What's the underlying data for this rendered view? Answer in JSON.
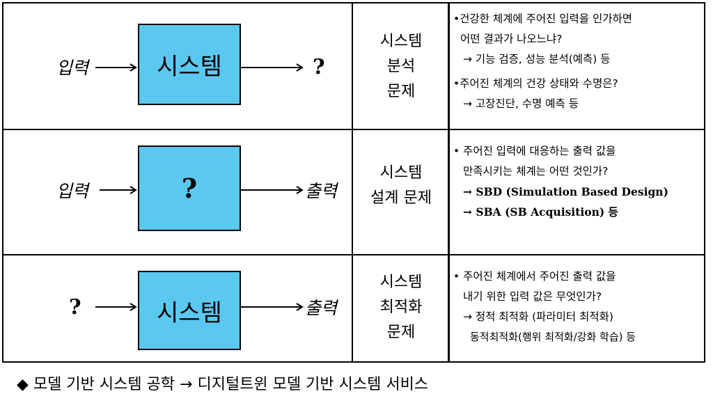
{
  "rows": [
    {
      "input_label": "입력",
      "box_label": "시스템",
      "output_label": "?",
      "category": [
        "시스템",
        "분석",
        "문제"
      ],
      "desc_lines": [
        "•건강한 체계에 주어진 입력을 인가하면",
        "어떤 결과가 나오느냐?",
        "→ 기능 검증, 성능 분석(예측) 등",
        "•주어진 체계의 건강 상태와 수명은?",
        "→ 고장진단, 수명 예측 등"
      ]
    },
    {
      "input_label": "입력",
      "box_label": "?",
      "output_label": "출력",
      "category": [
        "시스템",
        "설계 문제"
      ],
      "desc_lines": [
        "• 주어진 입력에 대응하는 출력 값을",
        "만족시키는 체계는 어떤 것인가?",
        "→ SBD (Simulation Based  Design)",
        "→ SBA (SB Acquisition) 등"
      ]
    },
    {
      "input_label": "?",
      "box_label": "시스템",
      "output_label": "출력",
      "category": [
        "시스템",
        "최적화",
        "문제"
      ],
      "desc_lines": [
        "• 주어진 체계에서 주어진 출력 값을",
        "내기 위한 입력 값은 무엇인가?",
        "→ 정적 최적화 (파라미터 최적화)",
        "동적최적화(행위 최적화/강화 학습) 등"
      ]
    }
  ],
  "footer": "◆ 모델 기반 시스템 공학  → 디지털트윈 모델 기반 시스템 서비스",
  "colors": {
    "box_fill": "#5bc8f0",
    "line": "#000000"
  }
}
